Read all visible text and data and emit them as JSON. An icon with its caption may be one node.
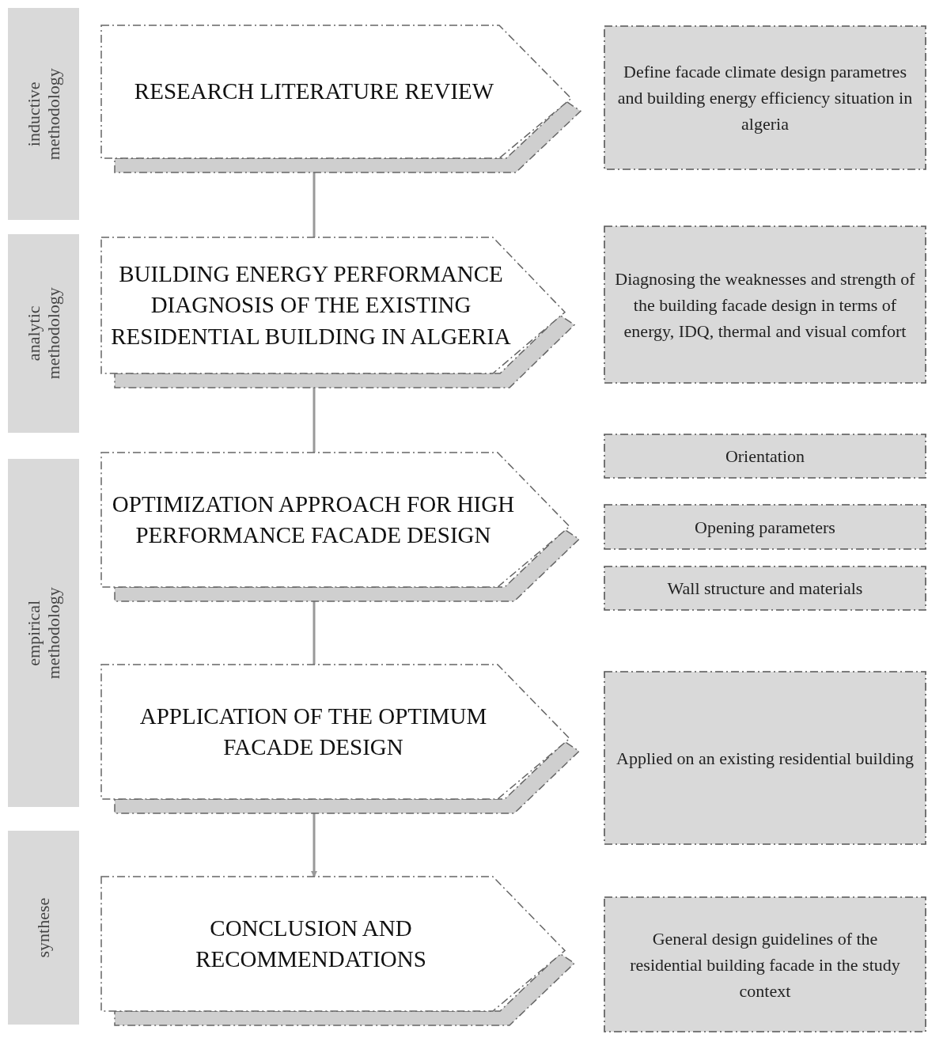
{
  "diagram": {
    "nodes": [
      {
        "text": [
          "inductive methodology"
        ]
      },
      {
        "text": [
          "RESEARCH LITERATURE REVIEW"
        ]
      },
      {
        "text": [
          "Define facade climate design parametres and building energy efficiency situation in algeria"
        ]
      },
      {
        "text": [
          "analytic methodology"
        ]
      },
      {
        "text": [
          "BUILDING ENERGY PERFORMANCE DIAGNOSIS OF THE EXISTING RESIDENTIAL BUILDING IN ALGERIA"
        ]
      },
      {
        "text": [
          "Diagnosing the weaknesses and strength of the building facade design in terms of energy, IDQ, thermal and visual comfort"
        ]
      },
      {
        "text": [
          "empirical methodology"
        ]
      },
      {
        "text": [
          "OPTIMIZATION APPROACH FOR HIGH PERFORMANCE FACADE DESIGN"
        ]
      },
      {
        "text": [
          "Orientation"
        ]
      },
      {
        "text": [
          "Opening parameters"
        ]
      },
      {
        "text": [
          "Wall structure and materials"
        ]
      },
      {
        "text": [
          "APPLICATION OF THE OPTIMUM FACADE DESIGN"
        ]
      },
      {
        "text": [
          "Applied on an existing residential building"
        ]
      },
      {
        "text": [
          "synthese"
        ]
      },
      {
        "text": [
          "CONCLUSION AND RECOMMENDATIONS"
        ]
      },
      {
        "text": [
          "General design guidelines of the residential building facade in the study context"
        ]
      }
    ],
    "edges": [
      {
        "from": 1,
        "to": 4,
        "arrow": "none"
      },
      {
        "from": 4,
        "to": 7,
        "arrow": "none"
      },
      {
        "from": 7,
        "to": 11,
        "arrow": "none"
      },
      {
        "from": 11,
        "to": 14,
        "arrow": "to"
      }
    ]
  }
}
